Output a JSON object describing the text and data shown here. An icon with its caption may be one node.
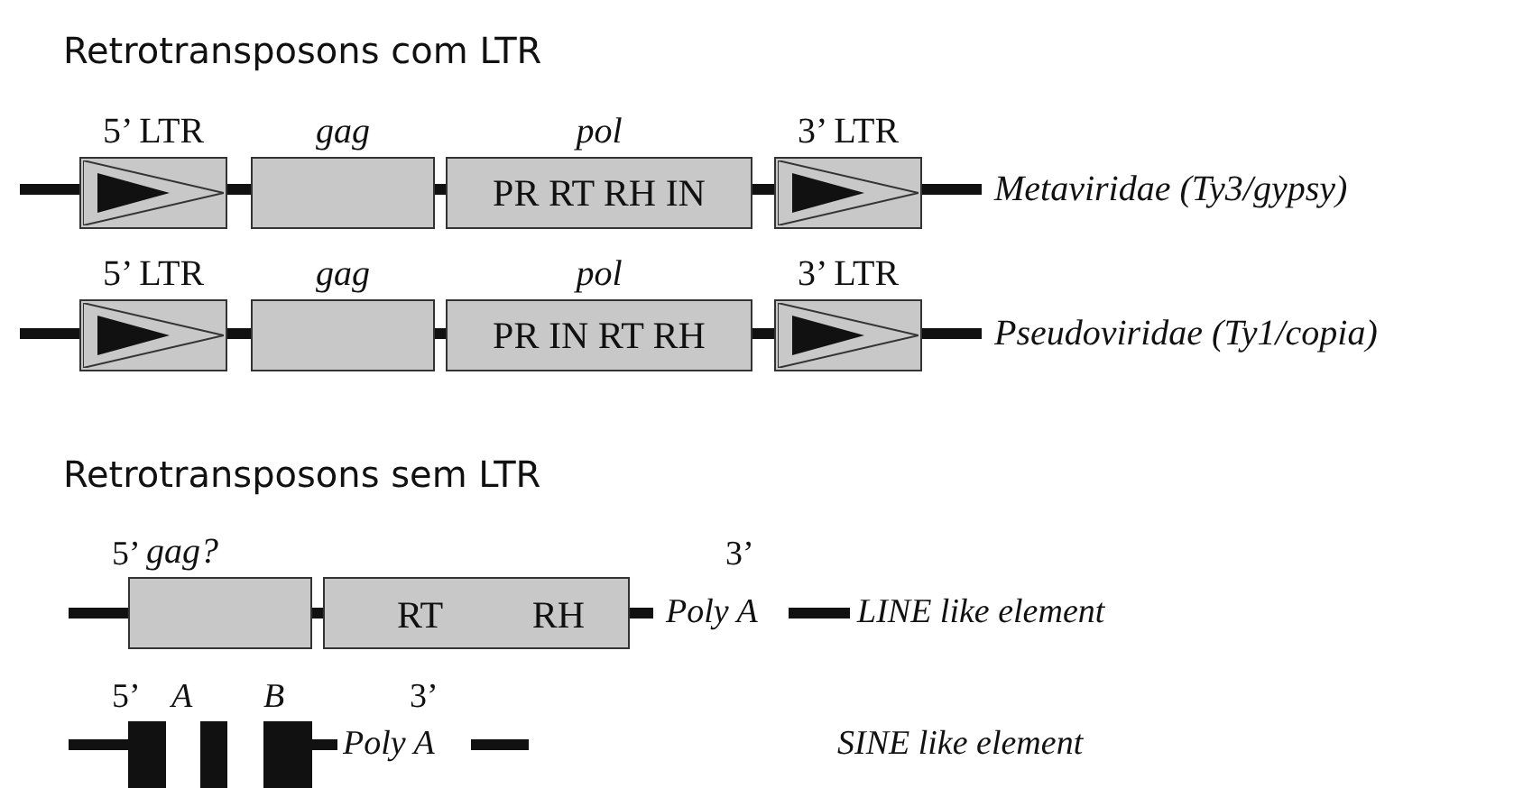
{
  "diagram": {
    "nodes": [
      {
        "text": [
          "5’ LTR"
        ]
      },
      {
        "text": [
          "gag"
        ]
      },
      {
        "text": [
          "pol",
          "PR RT RH IN"
        ]
      },
      {
        "text": [
          "3’ LTR"
        ]
      },
      {
        "text": [
          "5’ LTR"
        ]
      },
      {
        "text": [
          "gag"
        ]
      },
      {
        "text": [
          "pol",
          "PR IN RT RH"
        ]
      },
      {
        "text": [
          "3’ LTR"
        ]
      },
      {
        "text": [
          "gag?"
        ]
      },
      {
        "text": [
          "RT",
          "RH"
        ]
      }
    ],
    "labels": [
      "Retrotransposons com LTR",
      "Metaviridae (Ty3/gypsy)",
      "Pseudoviridae (Ty1/copia)",
      "Retrotransposons sem LTR",
      "5’",
      "3’",
      "Poly A",
      "LINE like element",
      "5’",
      "A",
      "B",
      "3’",
      "Poly A",
      "SINE like element"
    ]
  }
}
